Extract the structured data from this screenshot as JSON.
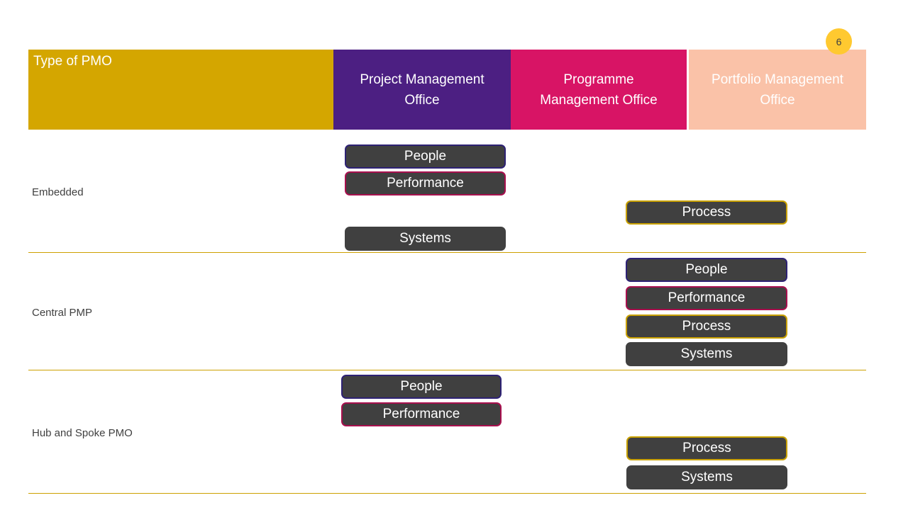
{
  "page": {
    "number": "6"
  },
  "header": {
    "row_label_column": "Type of PMO",
    "columns": [
      {
        "label": "Project Management\nOffice"
      },
      {
        "label": "Programme\nManagement Office"
      },
      {
        "label": "Portfolio Management\nOffice"
      }
    ]
  },
  "rows": [
    {
      "label": "Embedded",
      "boxes": [
        {
          "kind": "people",
          "label": "People"
        },
        {
          "kind": "performance",
          "label": "Performance"
        },
        {
          "kind": "process",
          "label": "Process"
        },
        {
          "kind": "systems",
          "label": "Systems"
        }
      ]
    },
    {
      "label": "Central PMP",
      "boxes": [
        {
          "kind": "people",
          "label": "People"
        },
        {
          "kind": "performance",
          "label": "Performance"
        },
        {
          "kind": "process",
          "label": "Process"
        },
        {
          "kind": "systems",
          "label": "Systems"
        }
      ]
    },
    {
      "label": "Hub and Spoke PMO",
      "boxes": [
        {
          "kind": "people",
          "label": "People"
        },
        {
          "kind": "performance",
          "label": "Performance"
        },
        {
          "kind": "process",
          "label": "Process"
        },
        {
          "kind": "systems",
          "label": "Systems"
        }
      ]
    }
  ],
  "colors": {
    "header-type-bg": "#D4A600",
    "header-project-bg": "#4C1F82",
    "header-programme-bg": "#D81465",
    "header-portfolio-bg": "#FAC2A8",
    "header-text": "#FFFFFF",
    "badge-bg": "#FFC930",
    "box-fill": "#404040",
    "border-people": "#2E2274",
    "border-performance": "#A8104E",
    "border-process": "#C9A100",
    "border-systems": "#404040",
    "separator": "#CDA000",
    "label-text": "#404040"
  }
}
